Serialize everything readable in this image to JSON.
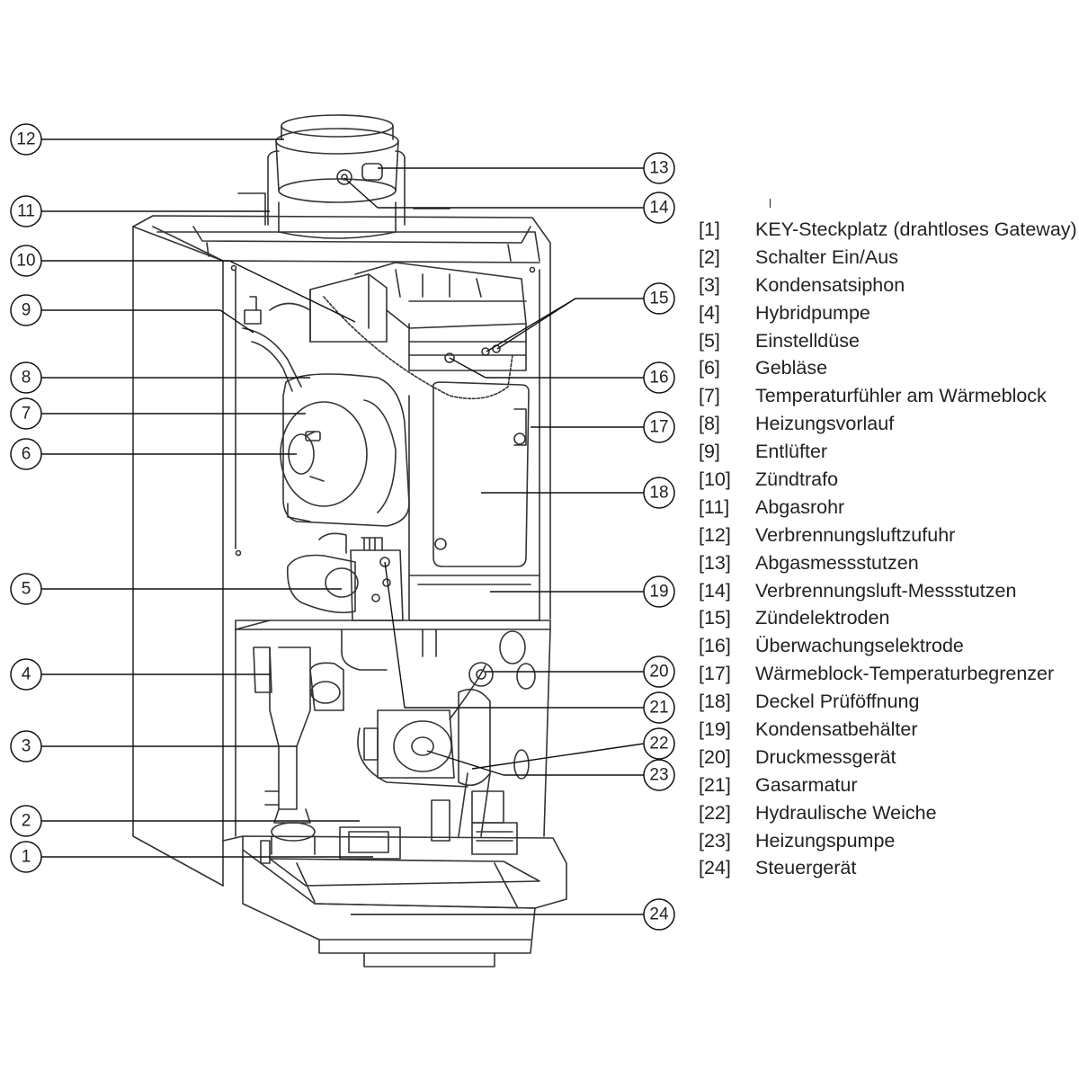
{
  "legend": [
    {
      "number": "[1]",
      "label": "KEY-Steckplatz (drahtloses Gateway)"
    },
    {
      "number": "[2]",
      "label": "Schalter Ein/Aus"
    },
    {
      "number": "[3]",
      "label": "Kondensatsiphon"
    },
    {
      "number": "[4]",
      "label": "Hybridpumpe"
    },
    {
      "number": "[5]",
      "label": "Einstelldüse"
    },
    {
      "number": "[6]",
      "label": "Gebläse"
    },
    {
      "number": "[7]",
      "label": "Temperaturfühler am Wärmeblock"
    },
    {
      "number": "[8]",
      "label": "Heizungsvorlauf"
    },
    {
      "number": "[9]",
      "label": "Entlüfter"
    },
    {
      "number": "[10]",
      "label": "Zündtrafo"
    },
    {
      "number": "[11]",
      "label": "Abgasrohr"
    },
    {
      "number": "[12]",
      "label": "Verbrennungsluftzufuhr"
    },
    {
      "number": "[13]",
      "label": "Abgasmessstutzen"
    },
    {
      "number": "[14]",
      "label": "Verbrennungsluft-Messstutzen"
    },
    {
      "number": "[15]",
      "label": "Zündelektroden"
    },
    {
      "number": "[16]",
      "label": "Überwachungselektrode"
    },
    {
      "number": "[17]",
      "label": "Wärmeblock-Temperaturbegrenzer"
    },
    {
      "number": "[18]",
      "label": "Deckel Prüföffnung"
    },
    {
      "number": "[19]",
      "label": "Kondensatbehälter"
    },
    {
      "number": "[20]",
      "label": "Druckmessgerät"
    },
    {
      "number": "[21]",
      "label": "Gasarmatur"
    },
    {
      "number": "[22]",
      "label": "Hydraulische Weiche"
    },
    {
      "number": "[23]",
      "label": "Heizungspumpe"
    },
    {
      "number": "[24]",
      "label": "Steuergerät"
    }
  ],
  "callouts": [
    "12",
    "11",
    "10",
    "9",
    "8",
    "7",
    "6",
    "5",
    "4",
    "3",
    "2",
    "1",
    "13",
    "14",
    "15",
    "16",
    "17",
    "18",
    "19",
    "20",
    "21",
    "22",
    "23",
    "24"
  ]
}
